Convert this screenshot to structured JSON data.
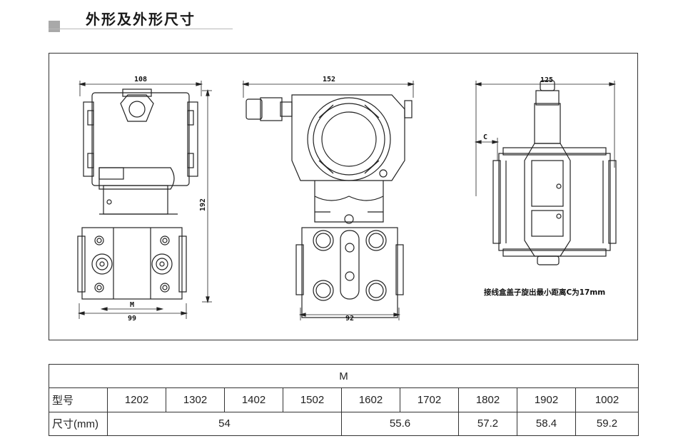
{
  "section": {
    "title": "外形及外形尺寸"
  },
  "drawing": {
    "dims": {
      "left_width_top": "108",
      "left_height": "192",
      "left_m": "M",
      "left_width_bottom": "99",
      "mid_width_top": "152",
      "mid_width_bottom": "92",
      "right_width_top": "125",
      "right_c": "C"
    },
    "note": "接线盒盖子旋出最小距离C为17mm"
  },
  "table": {
    "header": "M",
    "model_label": "型号",
    "models": [
      "1202",
      "1302",
      "1402",
      "1502",
      "1602",
      "1702",
      "1802",
      "1902",
      "1002"
    ],
    "size_label": "尺寸(mm)",
    "sizes": [
      "54",
      "55.6",
      "57.2",
      "58.4",
      "59.2"
    ]
  }
}
